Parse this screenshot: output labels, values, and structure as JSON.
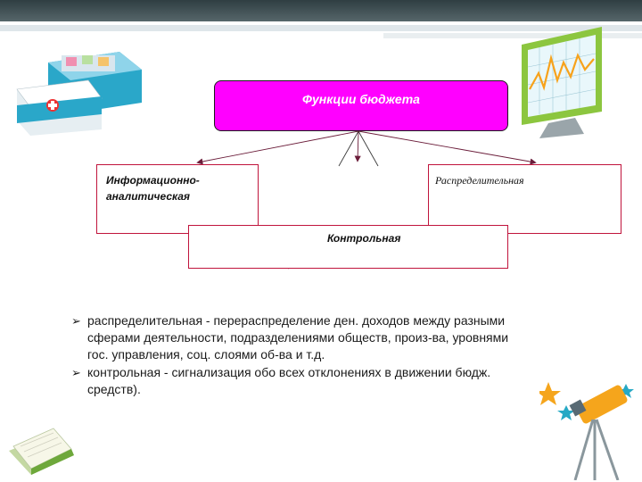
{
  "diagram": {
    "main": "Функции бюджета",
    "info": "Информационно-аналитическая",
    "distribution": "Распределительная",
    "control": "Контрольная"
  },
  "bullets": [
    {
      "marker": "➢",
      "text": "распределительная  - перераспределение ден. доходов между разными сферами деятельности, подразделениями обществ, произ-ва, уровнями гос. управления, соц. слоями об-ва и т.д."
    },
    {
      "marker": "➢",
      "text": " контрольная - сигнализация обо всех отклонениях в движении бюдж. средств)."
    }
  ],
  "colors": {
    "main_fill": "#ff00ff",
    "box_border": "#c0143c",
    "topbar": "#3d4c50"
  },
  "icons": [
    "first-aid-kit-icon",
    "monitor-chart-icon",
    "telescope-icon",
    "book-icon"
  ]
}
